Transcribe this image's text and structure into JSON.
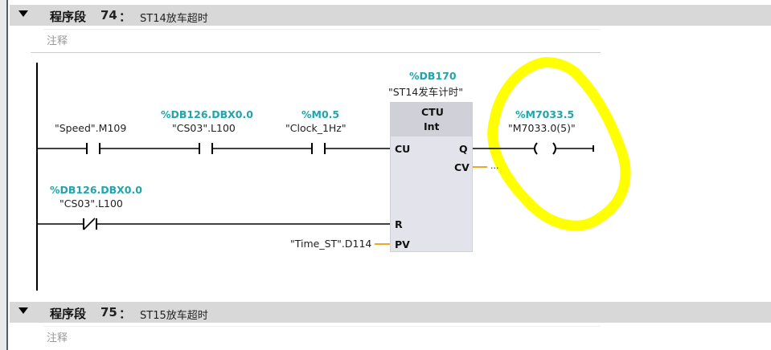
{
  "networks": [
    {
      "title": "程序段",
      "number": "74",
      "colon": "：",
      "description": "ST14放车超时",
      "comment_placeholder": "注释"
    },
    {
      "title": "程序段",
      "number": "75",
      "colon": "：",
      "description": "ST15放车超时",
      "comment_placeholder": "注释"
    }
  ],
  "ladder": {
    "contact1": {
      "symbol": "\"Speed\".M109",
      "address": ""
    },
    "contact2": {
      "symbol": "\"CS03\".L100",
      "address": "%DB126.DBX0.0"
    },
    "contact3": {
      "symbol": "\"Clock_1Hz\"",
      "address": "%M0.5"
    },
    "contact4_nc": {
      "symbol": "\"CS03\".L100",
      "address": "%DB126.DBX0.0"
    },
    "counter": {
      "instance_address": "%DB170",
      "instance_name": "\"ST14发车计时\"",
      "type": "CTU",
      "datatype": "Int",
      "pins": {
        "cu": "CU",
        "r": "R",
        "pv": "PV",
        "q": "Q",
        "cv": "CV"
      },
      "pv_operand": "\"Time_ST\".D114",
      "cv_operand": "..."
    },
    "coil": {
      "symbol": "\"M7033.0(5)\"",
      "address": "%M7033.5"
    }
  },
  "colors": {
    "address": "#21a4ab",
    "highlight": "#ffff00",
    "wire_orange": "#f5a623"
  }
}
